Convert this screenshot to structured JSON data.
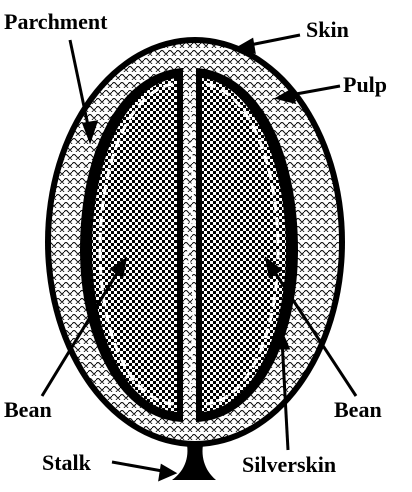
{
  "diagram": {
    "labels": {
      "parchment": "Parchment",
      "skin": "Skin",
      "pulp": "Pulp",
      "bean_left": "Bean",
      "bean_right": "Bean",
      "stalk": "Stalk",
      "silverskin": "Silverskin"
    },
    "colors": {
      "ink": "#000000",
      "paper": "#ffffff"
    }
  }
}
